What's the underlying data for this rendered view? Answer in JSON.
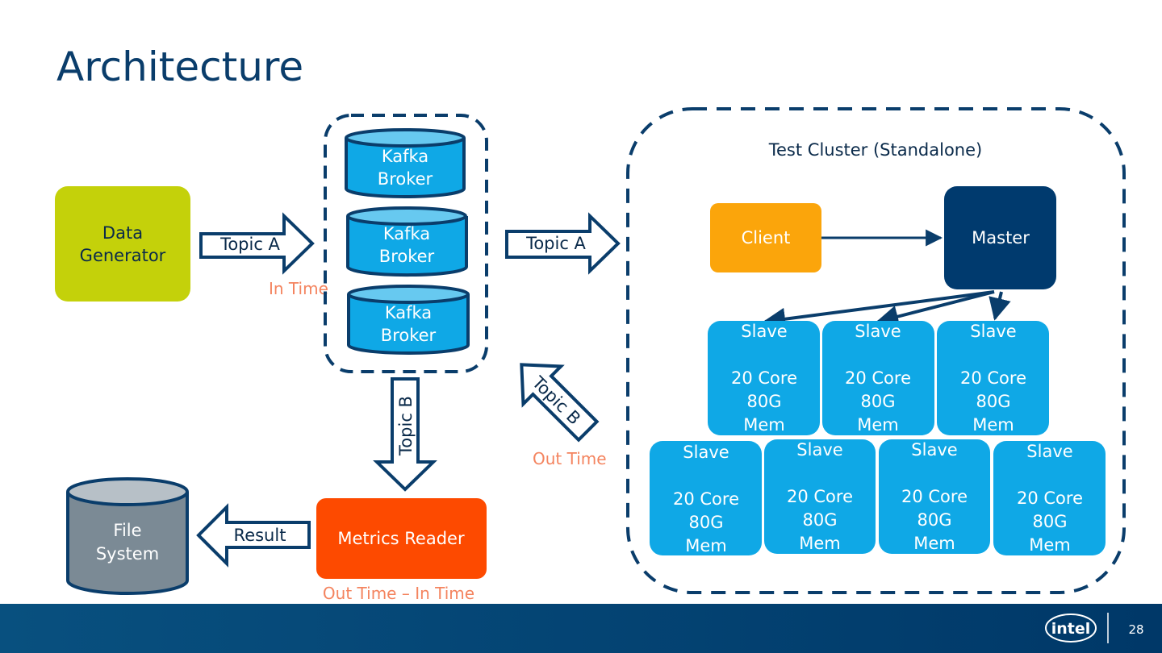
{
  "slide": {
    "title": "Architecture",
    "page_number": "28",
    "logo_text": "intel"
  },
  "colors": {
    "title": "#0a3d6b",
    "dark_blue": "#003a6e",
    "mid_blue": "#0f5f9a",
    "light_blue": "#0fa8e6",
    "green": "#c4d10a",
    "orange_client": "#fba50b",
    "orange_reader": "#fd4a00",
    "gray": "#7b8a95",
    "annotation": "#f4845f",
    "footer_left": "#08507f",
    "footer_right": "#003868"
  },
  "nodes": {
    "data_generator": "Data\nGenerator",
    "kafka": [
      "Kafka\nBroker",
      "Kafka\nBroker",
      "Kafka\nBroker"
    ],
    "file_system": "File\nSystem",
    "metrics_reader": "Metrics Reader",
    "client": "Client",
    "master": "Master",
    "cluster_label": "Test Cluster (Standalone)",
    "slaves": [
      "Slave\n\n20 Core\n80G\nMem",
      "Slave\n\n20 Core\n80G\nMem",
      "Slave\n\n20 Core\n80G\nMem",
      "Slave\n\n20 Core\n80G\nMem",
      "Slave\n\n20 Core\n80G\nMem",
      "Slave\n\n20 Core\n80G\nMem",
      "Slave\n\n20 Core\n80G\nMem"
    ]
  },
  "arrows": {
    "topic_a_in": "Topic A",
    "topic_a_out": "Topic A",
    "topic_b_down": "Topic B",
    "topic_b_diag": "Topic B",
    "result": "Result"
  },
  "annotations": {
    "in_time": "In Time",
    "out_time": "Out Time",
    "out_minus_in": "Out Time – In Time"
  }
}
